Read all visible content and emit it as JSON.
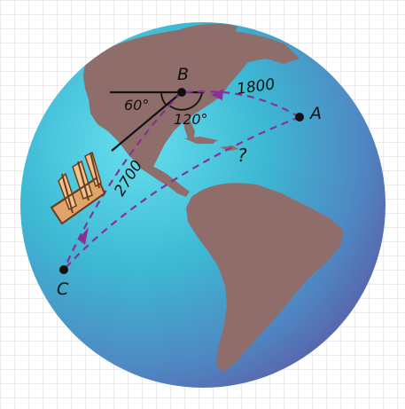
{
  "points": {
    "A": "A",
    "B": "B",
    "C": "C"
  },
  "distances": {
    "AB": "1800",
    "BC": "2700",
    "AC": "?"
  },
  "angles": {
    "west": "60°",
    "south": "120°"
  },
  "colors": {
    "ocean_light": "#66dbe9",
    "ocean_dark": "#5a5fa8",
    "land": "#8f6d6b",
    "path": "#8a2f9a",
    "grid": "#d9d9d9"
  },
  "icons": {
    "ship": "sailing-ship-icon"
  }
}
